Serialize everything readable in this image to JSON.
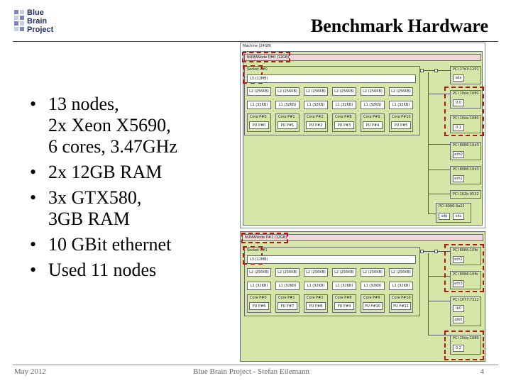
{
  "logo": {
    "line1": "Blue",
    "line2": "Brain",
    "line3": "Project",
    "accent_color": "#1f2f6b"
  },
  "slide": {
    "title": "Benchmark Hardware"
  },
  "bullets": [
    {
      "lines": [
        "13 nodes,",
        "2x Xeon X5690,",
        "6 cores, 3.47GHz"
      ]
    },
    {
      "lines": [
        "2x 12GB RAM"
      ]
    },
    {
      "lines": [
        "3x GTX580,",
        "3GB RAM"
      ]
    },
    {
      "lines": [
        "10 GBit ethernet"
      ]
    },
    {
      "lines": [
        "Used 11 nodes"
      ]
    }
  ],
  "footer": {
    "left": "May 2012",
    "center": "Blue Brain Project - Stefan Eilemann",
    "right": "4"
  },
  "topology": {
    "machine_label": "Machine (24GB)",
    "top": {
      "numa": "NUMANode P#0 (12GB)",
      "socket": "Socket P#0",
      "l3": "L3 (12MB)",
      "l2": [
        "L2 (256KB)",
        "L2 (256KB)",
        "L2 (256KB)",
        "L2 (256KB)",
        "L2 (256KB)",
        "L2 (256KB)"
      ],
      "l1": [
        "L1 (32KB)",
        "L1 (32KB)",
        "L1 (32KB)",
        "L1 (32KB)",
        "L1 (32KB)",
        "L1 (32KB)"
      ],
      "cores": [
        {
          "core": "Core P#0",
          "pu": "PU P#0"
        },
        {
          "core": "Core P#1",
          "pu": "PU P#1"
        },
        {
          "core": "Core P#2",
          "pu": "PU P#2"
        },
        {
          "core": "Core P#8",
          "pu": "PU P#3"
        },
        {
          "core": "Core P#9",
          "pu": "PU P#4"
        },
        {
          "core": "Core P#10",
          "pu": "PU P#5"
        }
      ],
      "pci": [
        {
          "label": "PCI 17d3:1201",
          "children": [
            "sda"
          ],
          "highlight": false
        },
        {
          "label": "PCI 10de:1080",
          "children": [
            "0.0"
          ],
          "highlight": true
        },
        {
          "label": "PCI 10de:1080",
          "children": [
            "0.1"
          ],
          "highlight": true
        },
        {
          "label": "PCI 8086:10d3",
          "children": [
            "eth0"
          ],
          "highlight": false
        },
        {
          "label": "PCI 8086:10d3",
          "children": [
            "eth1"
          ],
          "highlight": false
        },
        {
          "label": "PCI 102b:0532",
          "children": [],
          "highlight": false
        },
        {
          "label": "PCI 8086:3a22",
          "children": [
            "sdb",
            "sdc"
          ],
          "highlight": false
        }
      ]
    },
    "bottom": {
      "numa": "NUMANode P#1 (12GB)",
      "socket": "Socket P#1",
      "l3": "L3 (12MB)",
      "l2": [
        "L2 (256KB)",
        "L2 (256KB)",
        "L2 (256KB)",
        "L2 (256KB)",
        "L2 (256KB)",
        "L2 (256KB)"
      ],
      "l1": [
        "L1 (32KB)",
        "L1 (32KB)",
        "L1 (32KB)",
        "L1 (32KB)",
        "L1 (32KB)",
        "L1 (32KB)"
      ],
      "cores": [
        {
          "core": "Core P#0",
          "pu": "PU P#6"
        },
        {
          "core": "Core P#1",
          "pu": "PU P#7"
        },
        {
          "core": "Core P#2",
          "pu": "PU P#8"
        },
        {
          "core": "Core P#8",
          "pu": "PU P#9"
        },
        {
          "core": "Core P#9",
          "pu": "PU P#10"
        },
        {
          "core": "Core P#10",
          "pu": "PU P#11"
        }
      ],
      "pci": [
        {
          "label": "PCI 8086:10fb",
          "children": [
            "eth2"
          ],
          "highlight": true
        },
        {
          "label": "PCI 8086:10fb",
          "children": [
            "eth3"
          ],
          "highlight": true
        },
        {
          "label": "PCI 1077:7322",
          "children": [
            "ib0",
            "qib0"
          ],
          "highlight": false
        },
        {
          "label": "PCI 10de:1080",
          "children": [
            "0.2"
          ],
          "highlight": true
        }
      ]
    },
    "colors": {
      "green": "#d6e6a8",
      "pink": "#efd8d8",
      "highlight": "#b01818"
    }
  }
}
